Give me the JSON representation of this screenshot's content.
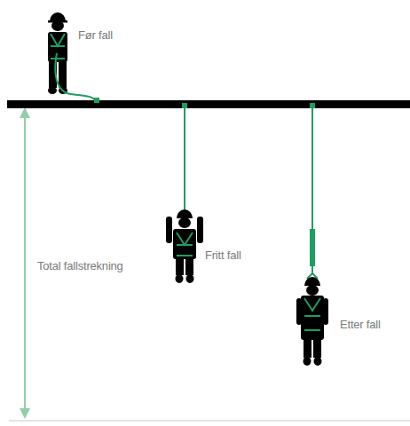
{
  "diagram": {
    "labels": [
      "Før fall",
      "Fritt fall",
      "Total fallstrekning",
      "Etter fall"
    ]
  }
}
